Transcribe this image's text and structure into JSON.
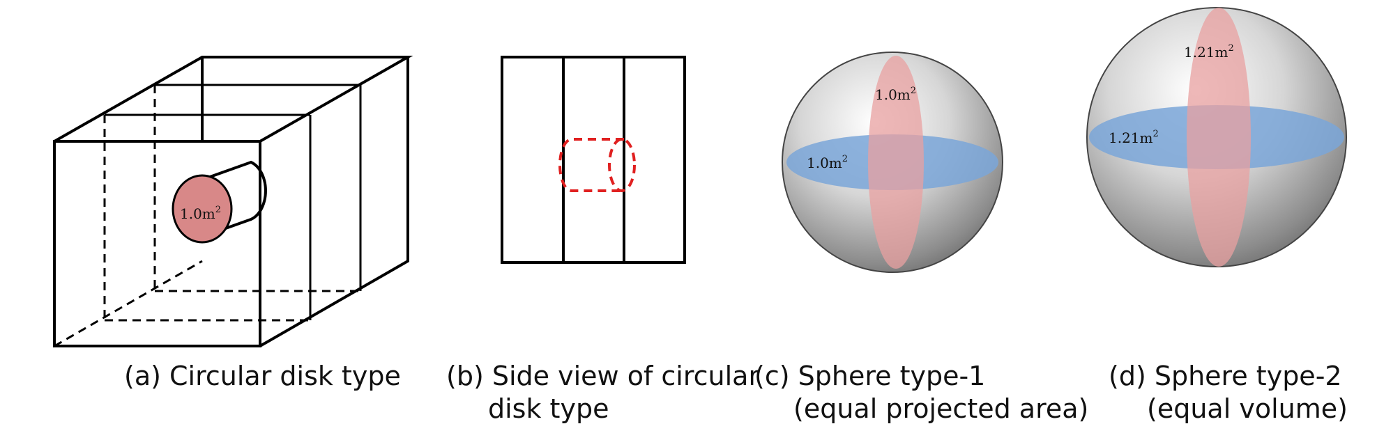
{
  "panels": {
    "a": {
      "caption": "(a) Circular disk type",
      "disk_label": "1.0m",
      "disk_label_sup": "2"
    },
    "b": {
      "caption_line1": "(b) Side view of circular",
      "caption_line2": "disk type"
    },
    "c": {
      "caption_line1": "(c) Sphere type-1",
      "caption_line2": "(equal projected area)",
      "vertical_label": "1.0m",
      "horizontal_label": "1.0m",
      "sup": "2"
    },
    "d": {
      "caption_line1": "(d) Sphere type-2",
      "caption_line2": "(equal volume)",
      "vertical_label": "1.21m",
      "horizontal_label": "1.21m",
      "sup": "2"
    }
  },
  "colors": {
    "line": "#000000",
    "disk_fill": "#d88888",
    "dashed_red": "#e02020",
    "vertical_ellipse": "#e8a0a0",
    "horizontal_ellipse": "#7aa6d8"
  }
}
